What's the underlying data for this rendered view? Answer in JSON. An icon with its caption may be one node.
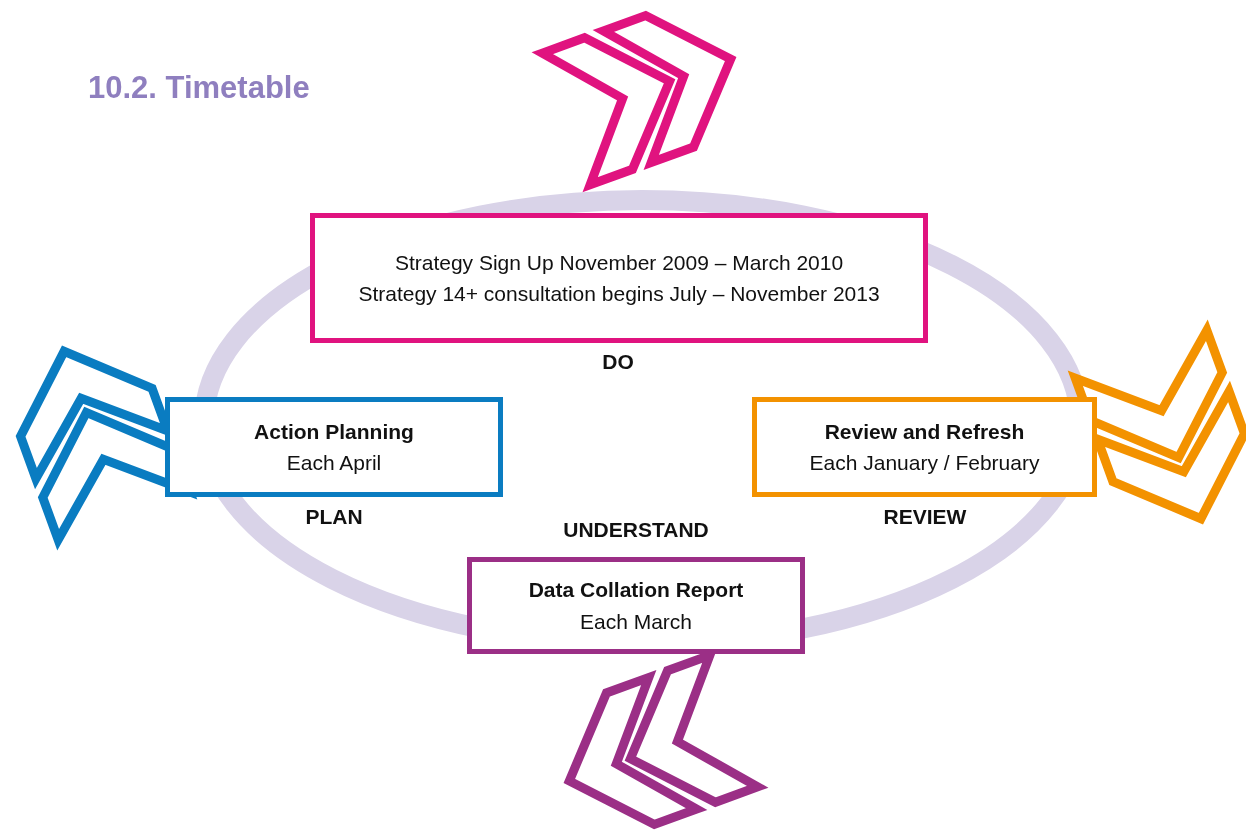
{
  "diagram": {
    "title": "10.2. Timetable",
    "nodes": [
      {
        "text": [
          "Strategy Sign Up November 2009 – March 2010",
          "Strategy 14+ consultation begins July – November 2013"
        ],
        "beside": [
          "DO"
        ]
      },
      {
        "text": [
          "Action Planning",
          "Each April"
        ],
        "beside": [
          "PLAN"
        ]
      },
      {
        "text": [
          "Review and Refresh",
          "Each January / February"
        ],
        "beside": [
          "REVIEW"
        ]
      },
      {
        "text": [
          "Data Collation Report",
          "Each March"
        ],
        "beside": [
          "UNDERSTAND"
        ]
      }
    ],
    "edges": []
  }
}
